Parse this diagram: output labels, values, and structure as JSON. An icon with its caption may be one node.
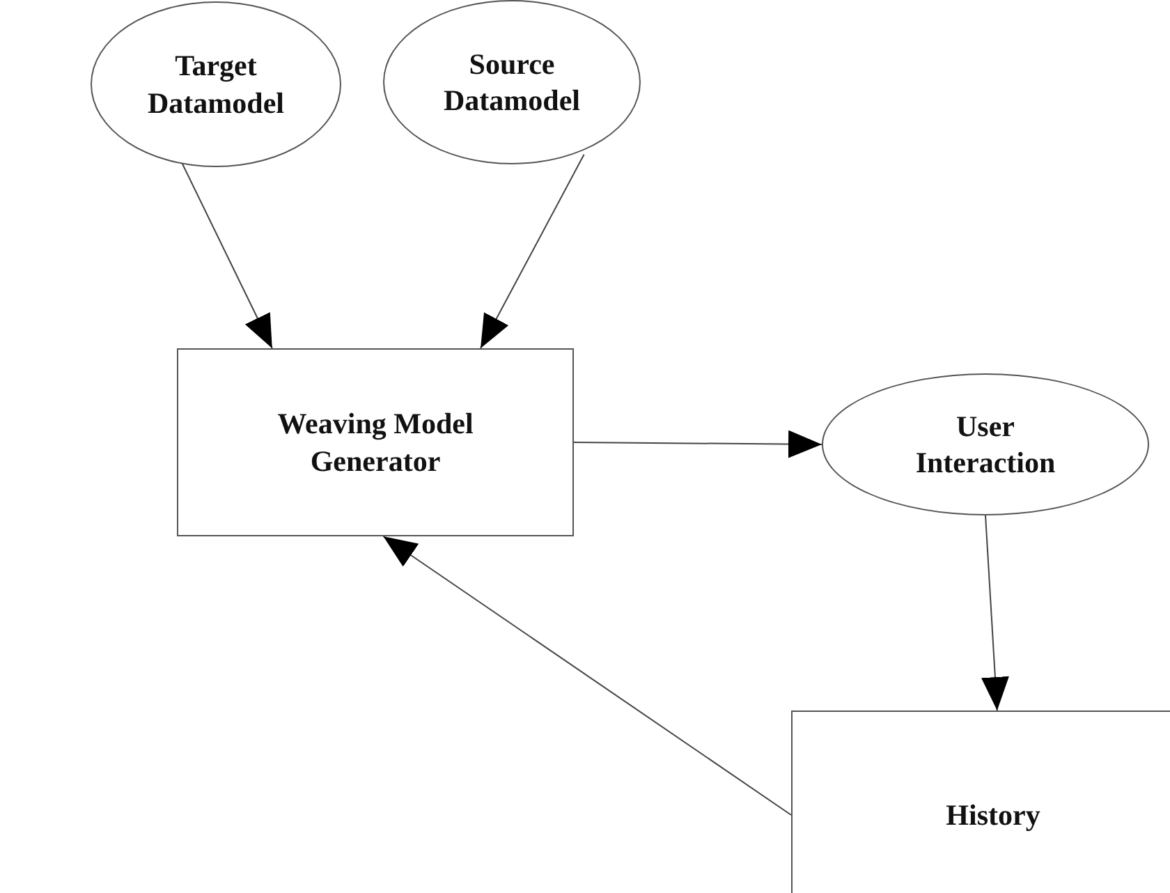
{
  "diagram": {
    "nodes": [
      {
        "text": [
          "Target Datamodel"
        ]
      },
      {
        "text": [
          "Source Datamodel"
        ]
      },
      {
        "text": [
          "Weaving Model Generator"
        ]
      },
      {
        "text": [
          "User Interaction"
        ]
      },
      {
        "text": [
          "History"
        ]
      }
    ],
    "edges": [
      {
        "from": 0,
        "to": 2,
        "arrow": "to"
      },
      {
        "from": 1,
        "to": 2,
        "arrow": "to"
      },
      {
        "from": 2,
        "to": 3,
        "arrow": "to"
      },
      {
        "from": 3,
        "to": 4,
        "arrow": "to"
      },
      {
        "from": 4,
        "to": 2,
        "arrow": "to"
      }
    ]
  }
}
